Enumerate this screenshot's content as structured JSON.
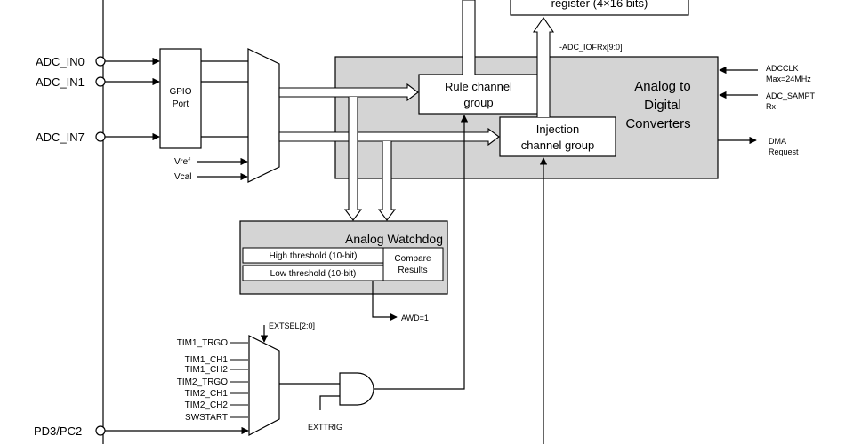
{
  "top_register": "register (4×16 bits)",
  "iofr_label": "-ADC_IOFRx[9:0]",
  "pins": {
    "in0": "ADC_IN0",
    "in1": "ADC_IN1",
    "in7": "ADC_IN7",
    "pd3": "PD3/PC2"
  },
  "gpio": {
    "line1": "GPIO",
    "line2": "Port"
  },
  "mux_inputs": {
    "vref": "Vref",
    "vcal": "Vcal"
  },
  "rule_group": {
    "line1": "Rule channel",
    "line2": "group"
  },
  "injection_group": {
    "line1": "Injection",
    "line2": "channel group"
  },
  "adc": {
    "line1": "Analog to",
    "line2": "Digital",
    "line3": "Converters"
  },
  "right_signals": {
    "adcclk_1": "ADCCLK",
    "adcclk_2": "Max=24MHz",
    "sampt_1": "ADC_SAMPT",
    "sampt_2": "Rx",
    "dma_1": "DMA",
    "dma_2": "Request"
  },
  "watchdog": {
    "title": "Analog Watchdog",
    "high": "High threshold (10-bit)",
    "low": "Low threshold (10-bit)",
    "compare_1": "Compare",
    "compare_2": "Results",
    "awd": "AWD=1"
  },
  "trigger": {
    "extsel": "EXTSEL[2:0]",
    "inputs": [
      "TIM1_TRGO",
      "TIM1_CH1",
      "TIM1_CH2",
      "TIM2_TRGO",
      "TIM2_CH1",
      "TIM2_CH2",
      "SWSTART"
    ],
    "exttrig": "EXTTRIG"
  },
  "colors": {
    "gray_fill": "#d4d4d4",
    "line": "#000000"
  }
}
